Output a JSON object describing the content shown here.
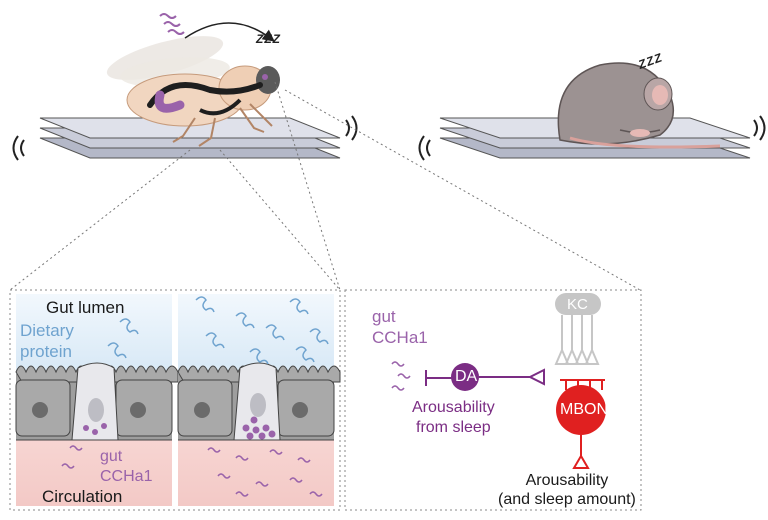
{
  "top": {
    "fly_zzz": "ZZZ",
    "mouse_zzz": "ZZZ"
  },
  "left_panel": {
    "gut_lumen": "Gut lumen",
    "dietary_protein": "Dietary\nprotein",
    "gut_ccha1": "gut\nCCHa1",
    "circulation": "Circulation"
  },
  "right_panel": {
    "gut_ccha1": "gut\nCCHa1",
    "da_label": "DA",
    "kc_label": "KC",
    "mbon_label": "MBON",
    "arousability_from_sleep": "Arousability\nfrom sleep",
    "arousability_sleep_amount": "Arousability\n(and sleep amount)"
  },
  "colors": {
    "purple": "#9a63aa",
    "dark_purple": "#7b2d84",
    "red": "#e02020",
    "blue": "#6fa3cf",
    "lumen_bg": "#dbeaf7",
    "circulation_bg": "#f6d3d0",
    "cell_gray": "#a9a9a9",
    "kc_gray": "#c6c6c6"
  }
}
